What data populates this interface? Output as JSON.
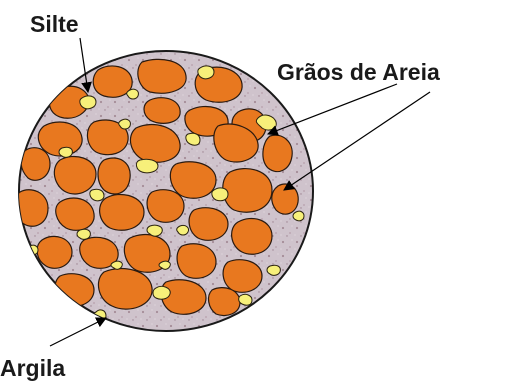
{
  "labels": {
    "silt": "Silte",
    "sand_grains": "Grãos de Areia",
    "clay": "Argila"
  },
  "colors": {
    "sand_grain": "#e8781f",
    "silt_grain": "#f7f07a",
    "clay_matrix": "#cfc3cc",
    "outline": "#1a1a1a"
  }
}
